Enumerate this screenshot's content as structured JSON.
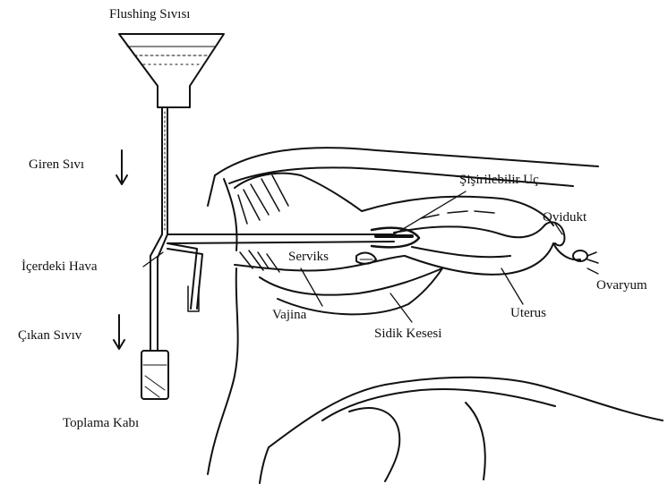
{
  "labels": {
    "flushing_fluid": "Flushing Sıvısı",
    "incoming_fluid": "Giren Sıvı",
    "inner_air": "İçerdeki Hava",
    "outgoing_fluid": "Çıkan Sıvıv",
    "collection_vessel": "Toplama Kabı",
    "inflatable_tip": "Şişirilebilir Uç",
    "oviduct": "Ovidukt",
    "cervix": "Serviks",
    "ovary": "Ovaryum",
    "vagina": "Vajina",
    "uterus": "Uterus",
    "bladder": "Sidik Kesesi"
  },
  "colors": {
    "ink": "#111111",
    "background": "#ffffff"
  }
}
